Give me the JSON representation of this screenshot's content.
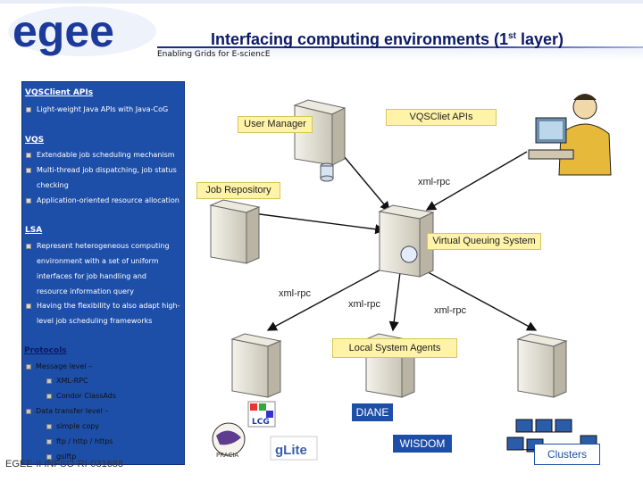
{
  "header": {
    "logo_text": "egee",
    "title_main": "Interfacing computing environments (1",
    "title_sup": "st",
    "title_end": " layer)",
    "subtitle": "Enabling Grids for E-sciencE"
  },
  "panel": {
    "vqsclient": {
      "heading": "VQSClient APIs",
      "items": [
        "Light-weight Java APIs with Java-CoG"
      ]
    },
    "vqs": {
      "heading": "VQS",
      "items": [
        "Extendable job scheduling mechanism",
        "Multi-thread job dispatching, job status",
        "checking",
        "Application-oriented resource allocation"
      ]
    },
    "lsa": {
      "heading": "LSA",
      "items": [
        "Represent heterogeneous computing",
        "environment with a set of uniform",
        "interfaces for job handling and",
        "resource information query",
        "Having the flexibility to also adapt high-",
        "level job scheduling frameworks"
      ]
    },
    "protocols": {
      "heading": "Protocols",
      "message_level": "Message level –",
      "xml_rpc": "XML-RPC",
      "condor": "Condor ClassAds",
      "data_level": "Data transfer level –",
      "simple_copy": "simple copy",
      "ftp": "ftp / http / https",
      "gsiftp": "gsiftp"
    }
  },
  "footer": {
    "text": "EGEE-II INFSO-RI-031688"
  },
  "diagram": {
    "user_manager": "User Manager",
    "vqscliet_apis": "VQSCliet APIs",
    "job_repository": "Job Repository",
    "xml_rpc_top": "xml-rpc",
    "virtual_queuing_system": "Virtual Queuing System",
    "xml_rpc_left": "xml-rpc",
    "xml_rpc_mid": "xml-rpc",
    "xml_rpc_right": "xml-rpc",
    "local_system_agents": "Local System Agents",
    "diane": "DIANE",
    "wisdom": "WISDOM",
    "clusters": "Clusters",
    "lcg": "LCG",
    "pracia": "PRACIA",
    "glite": "gLite"
  },
  "colors": {
    "panel_blue": "#1e4fa8",
    "label_yellow": "#fff3a8",
    "title_navy": "#0b1a66",
    "arrow": "#111111"
  }
}
